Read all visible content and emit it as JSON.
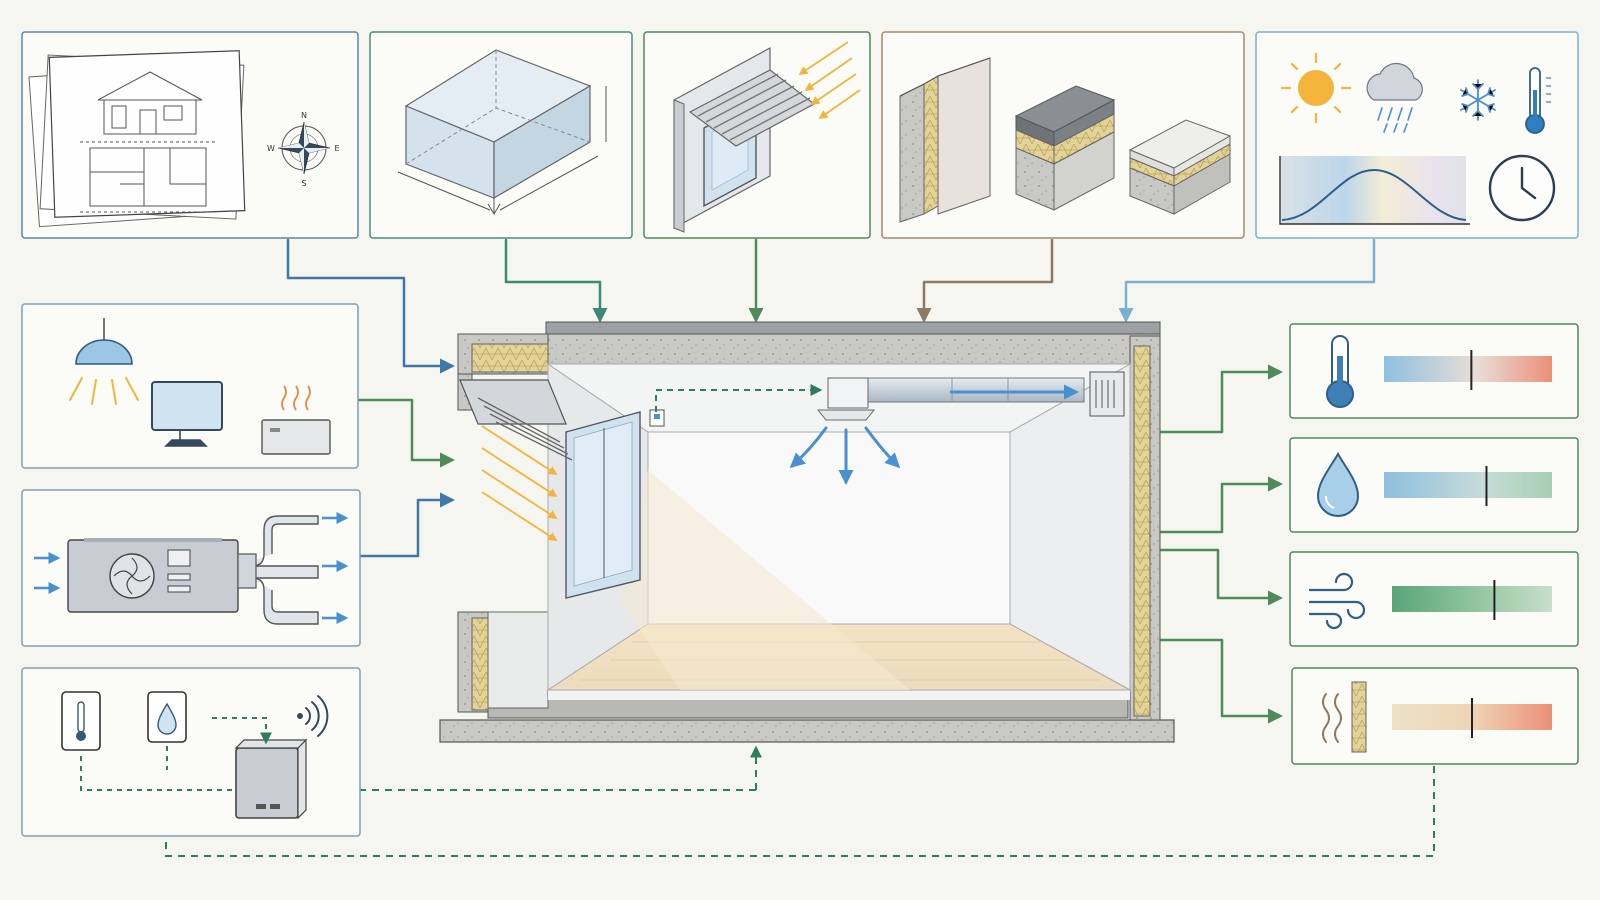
{
  "compass": {
    "north": "N",
    "east": "E",
    "south": "S",
    "west": "W"
  },
  "palette": {
    "blue_connector": "#3f78a8",
    "green_connector": "#4f8a58",
    "teal_connector": "#3c8a74",
    "brown_connector": "#8d7a60",
    "light_blue_connector": "#7ab1d2",
    "dashed_control": "#2e7d5b",
    "sun": "#f3b43c",
    "insulation": "#e4d397",
    "concrete": "#c8c8c4",
    "air_flow": "#4a8fd0"
  },
  "icons": {
    "top_inputs": [
      "blueprint-icon",
      "compass-icon",
      "building-geometry-icon",
      "window-shading-icon",
      "wall-construction-icon",
      "roof-construction-icon",
      "floor-construction-icon",
      "sun-icon",
      "rain-cloud-icon",
      "snowflake-icon",
      "thermometer-icon",
      "climate-curve-icon",
      "clock-icon"
    ],
    "left_inputs": [
      "ceiling-lamp-icon",
      "computer-monitor-icon",
      "heater-icon",
      "air-handling-unit-icon",
      "thermostat-icon",
      "humidity-sensor-icon",
      "controller-icon",
      "wireless-icon"
    ],
    "outputs": [
      "temperature-output-icon",
      "humidity-output-icon",
      "airflow-output-icon",
      "moisture-wall-output-icon"
    ]
  },
  "outputs": [
    {
      "name": "temperature",
      "level": 0.52
    },
    {
      "name": "humidity",
      "level": 0.61
    },
    {
      "name": "airflow",
      "level": 0.64
    },
    {
      "name": "moisture",
      "level": 0.5
    }
  ]
}
